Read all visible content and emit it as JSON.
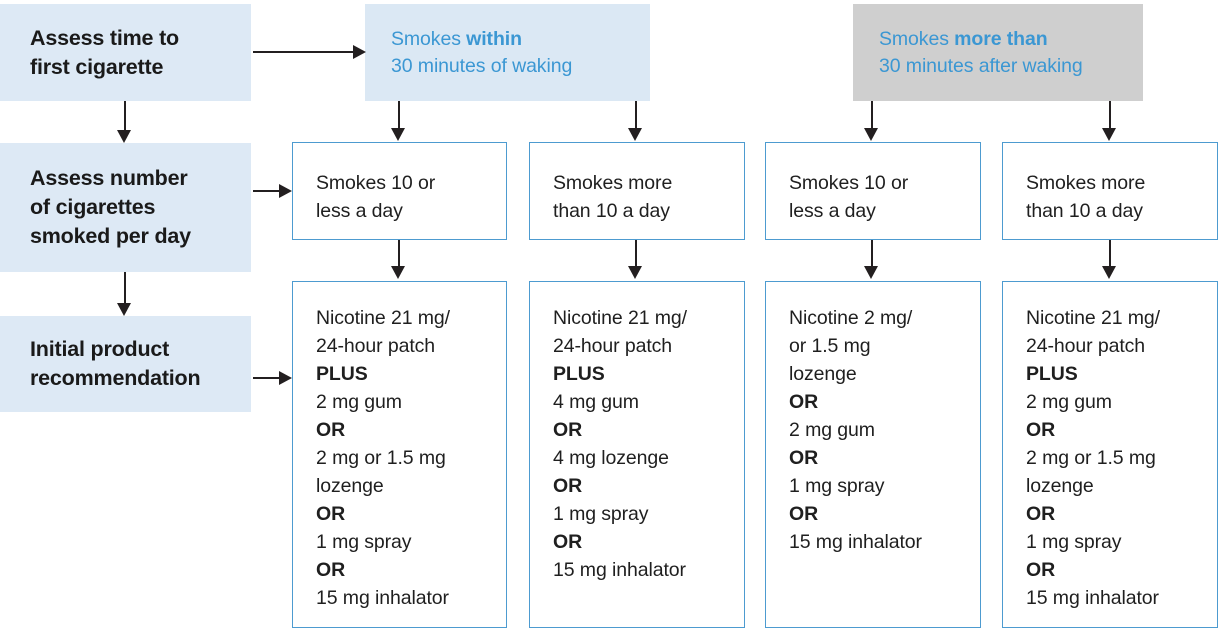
{
  "diagram": {
    "title": "Nicotine replacement therapy initial product recommendation flowchart",
    "colors": {
      "stage_bg": "#dde9f5",
      "condition_blue_bg": "#dbe8f4",
      "condition_grey_bg": "#cfcfcf",
      "condition_text": "#3b97d3",
      "box_border": "#4d9bd0",
      "body_text": "#1f1f1f",
      "arrow": "#231f20"
    }
  },
  "stages": [
    {
      "id": "assess-time",
      "line1": "Assess time to",
      "line2": "first cigarette",
      "line3": ""
    },
    {
      "id": "assess-count",
      "line1": "Assess number",
      "line2": "of cigarettes",
      "line3": "smoked per day"
    },
    {
      "id": "initial-product",
      "line1": "Initial product",
      "line2": "recommendation",
      "line3": ""
    }
  ],
  "conditions": [
    {
      "id": "within-30",
      "prefix": "Smokes ",
      "emphasis": "within",
      "line2": "30 minutes of waking",
      "style": "blue"
    },
    {
      "id": "more-than-30",
      "prefix": "Smokes ",
      "emphasis": "more than",
      "line2": "30 minutes after waking",
      "style": "grey"
    }
  ],
  "columns": [
    {
      "id": "col-1",
      "count_line1": "Smokes 10 or",
      "count_line2": "less a day",
      "products": [
        {
          "text": "Nicotine 21 mg/\n24-hour patch",
          "connector": false
        },
        {
          "text": "PLUS",
          "connector": true
        },
        {
          "text": "2 mg gum",
          "connector": false
        },
        {
          "text": "OR",
          "connector": true
        },
        {
          "text": "2 mg or 1.5 mg\nlozenge",
          "connector": false
        },
        {
          "text": "OR",
          "connector": true
        },
        {
          "text": "1 mg spray",
          "connector": false
        },
        {
          "text": "OR",
          "connector": true
        },
        {
          "text": "15 mg inhalator",
          "connector": false
        }
      ]
    },
    {
      "id": "col-2",
      "count_line1": "Smokes more",
      "count_line2": "than 10 a day",
      "products": [
        {
          "text": "Nicotine 21 mg/\n24-hour patch",
          "connector": false
        },
        {
          "text": "PLUS",
          "connector": true
        },
        {
          "text": "4 mg gum",
          "connector": false
        },
        {
          "text": "OR",
          "connector": true
        },
        {
          "text": "4 mg lozenge",
          "connector": false
        },
        {
          "text": "OR",
          "connector": true
        },
        {
          "text": "1 mg spray",
          "connector": false
        },
        {
          "text": "OR",
          "connector": true
        },
        {
          "text": "15 mg inhalator",
          "connector": false
        }
      ]
    },
    {
      "id": "col-3",
      "count_line1": "Smokes 10 or",
      "count_line2": "less a day",
      "products": [
        {
          "text": "Nicotine 2 mg/\nor 1.5 mg\nlozenge",
          "connector": false
        },
        {
          "text": "OR",
          "connector": true
        },
        {
          "text": "2 mg gum",
          "connector": false
        },
        {
          "text": "OR",
          "connector": true
        },
        {
          "text": "1 mg spray",
          "connector": false
        },
        {
          "text": "OR",
          "connector": true
        },
        {
          "text": "15 mg inhalator",
          "connector": false
        }
      ]
    },
    {
      "id": "col-4",
      "count_line1": "Smokes more",
      "count_line2": "than 10 a day",
      "products": [
        {
          "text": "Nicotine 21 mg/\n24-hour patch",
          "connector": false
        },
        {
          "text": "PLUS",
          "connector": true
        },
        {
          "text": "2 mg gum",
          "connector": false
        },
        {
          "text": "OR",
          "connector": true
        },
        {
          "text": "2 mg or 1.5 mg\nlozenge",
          "connector": false
        },
        {
          "text": "OR",
          "connector": true
        },
        {
          "text": "1 mg spray",
          "connector": false
        },
        {
          "text": "OR",
          "connector": true
        },
        {
          "text": "15 mg inhalator",
          "connector": false
        }
      ]
    }
  ]
}
